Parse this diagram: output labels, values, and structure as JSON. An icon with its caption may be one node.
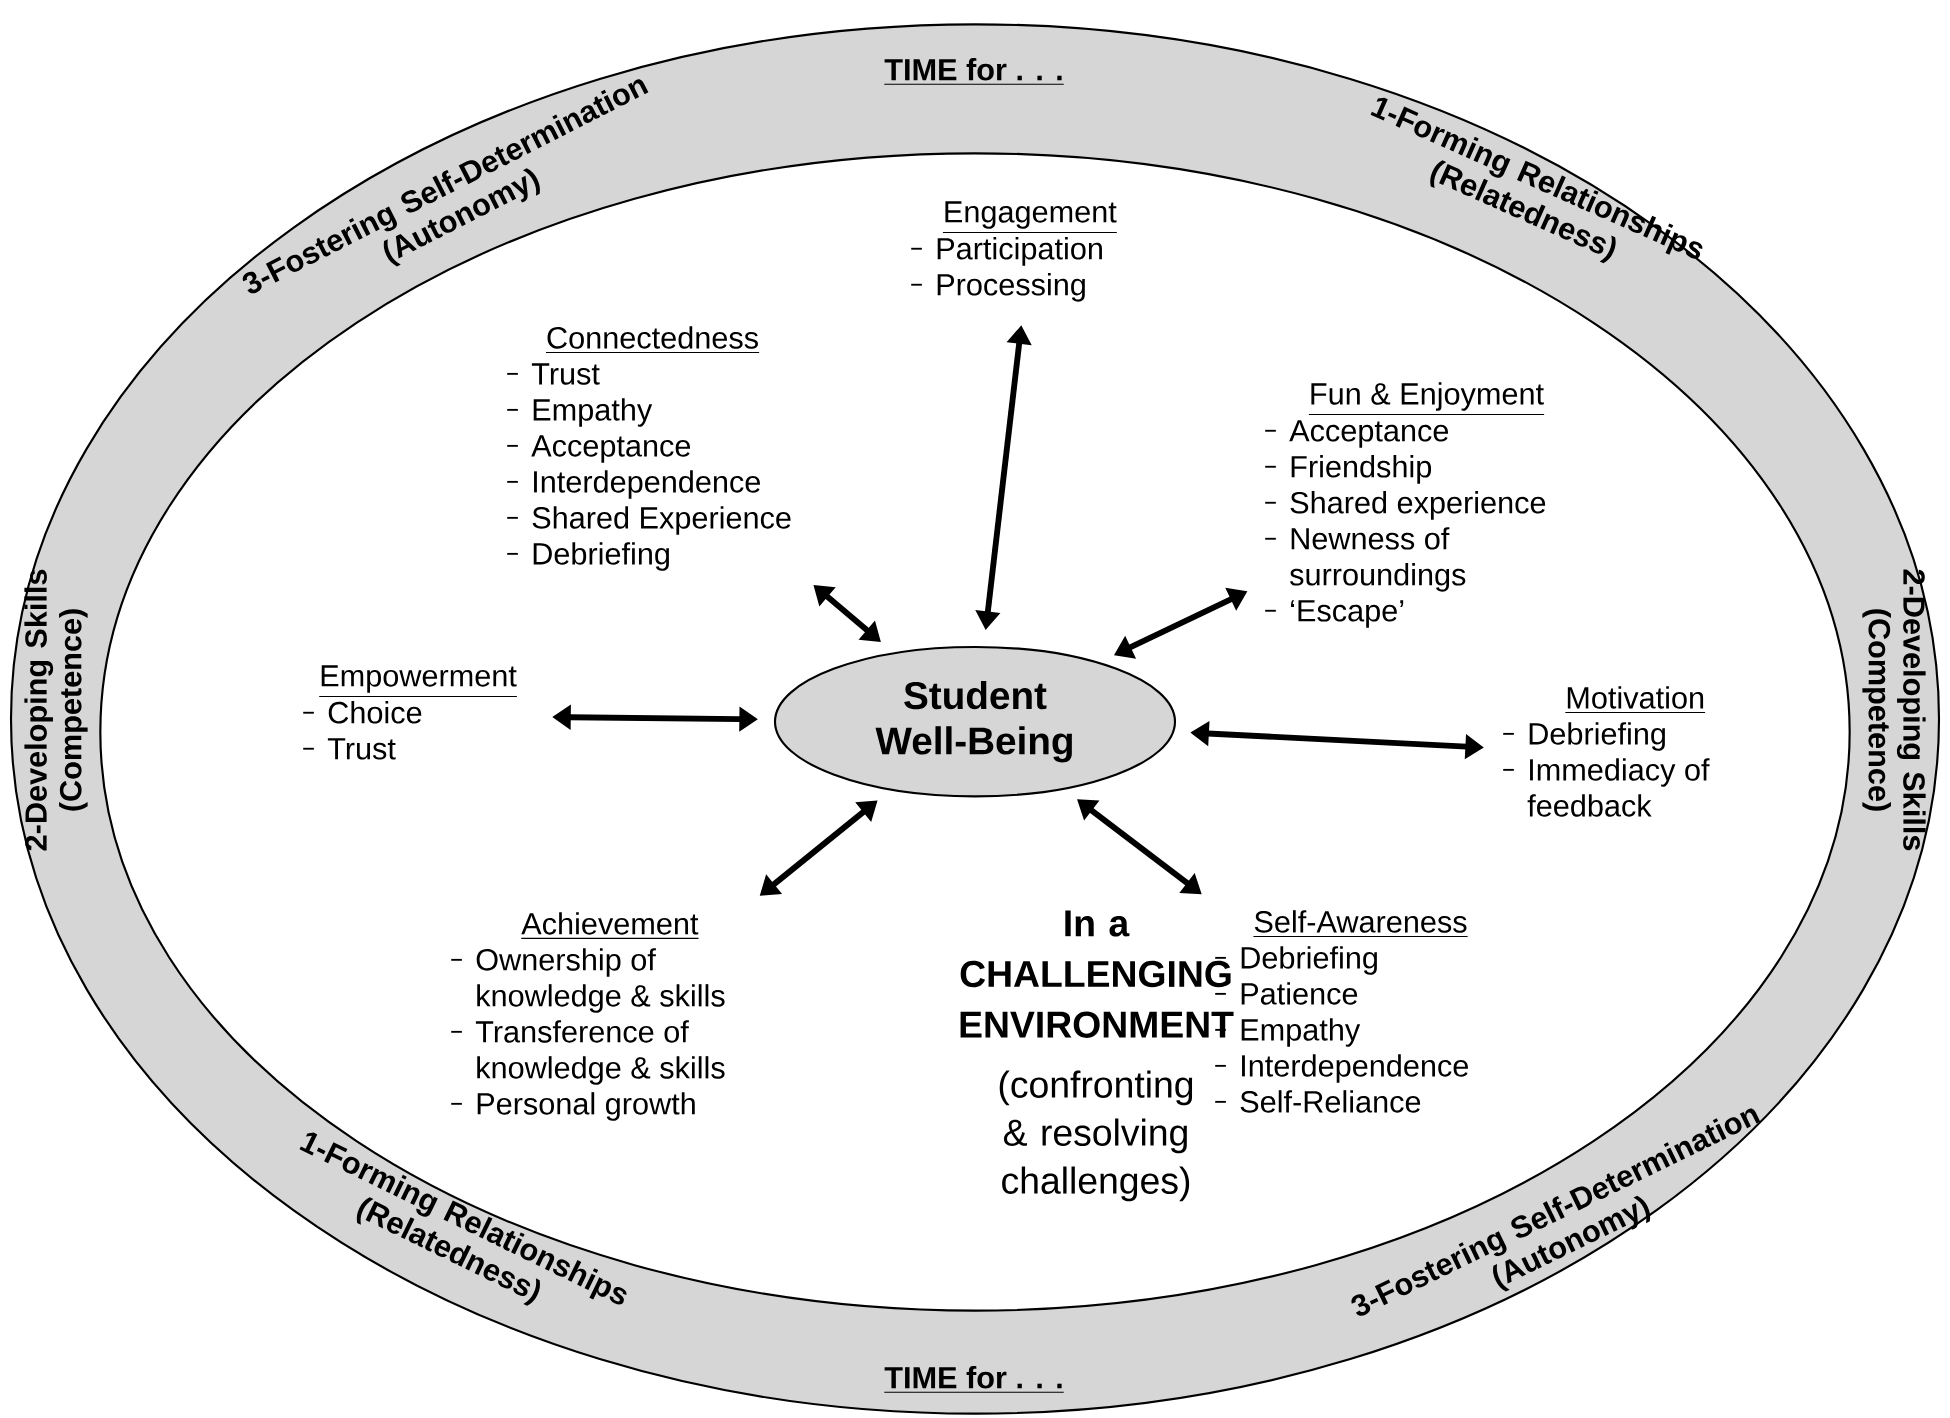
{
  "diagram": {
    "nodes": [
      {
        "text": [
          "TIME for . . .",
          "3-Fostering Self-Determination (Autonomy)",
          "1-Forming Relationships (Relatedness)",
          "2-Developing Skills (Competence)",
          "2-Developing Skills (Competence)",
          "1-Forming Relationships (Relatedness)",
          "3-Fostering Self-Determination (Autonomy)",
          "TIME for . . ."
        ]
      },
      {
        "text": [
          "Engagement",
          "Participation",
          "Processing"
        ],
        "in": 0
      },
      {
        "text": [
          "Connectedness",
          "Trust",
          "Empathy",
          "Acceptance",
          "Interdependence",
          "Shared Experience",
          "Debriefing"
        ],
        "in": 0
      },
      {
        "text": [
          "Fun & Enjoyment",
          "Acceptance",
          "Friendship",
          "Shared experience",
          "Newness of surroundings",
          "‘Escape’"
        ],
        "in": 0
      },
      {
        "text": [
          "Empowerment",
          "Choice",
          "Trust"
        ],
        "in": 0
      },
      {
        "text": [
          "Student Well-Being"
        ],
        "in": 0
      },
      {
        "text": [
          "Motivation",
          "Debriefing",
          "Immediacy of feedback"
        ],
        "in": 0
      },
      {
        "text": [
          "Achievement",
          "Ownership of knowledge & skills",
          "Transference of knowledge & skills",
          "Personal growth"
        ],
        "in": 0
      },
      {
        "text": [
          "Self-Awareness",
          "Debriefing",
          "Patience",
          "Empathy",
          "Interdependence",
          "Self-Reliance"
        ],
        "in": 0
      }
    ],
    "edges": [
      {
        "from": 5,
        "to": 1,
        "arrow": "both"
      },
      {
        "from": 5,
        "to": 2,
        "arrow": "both"
      },
      {
        "from": 5,
        "to": 3,
        "arrow": "both"
      },
      {
        "from": 5,
        "to": 4,
        "arrow": "both"
      },
      {
        "from": 5,
        "to": 6,
        "arrow": "both"
      },
      {
        "from": 5,
        "to": 7,
        "arrow": "both"
      },
      {
        "from": 5,
        "to": 8,
        "arrow": "both"
      }
    ],
    "labels": [
      "In a CHALLENGING ENVIRONMENT",
      "(confronting & resolving challenges)"
    ]
  }
}
